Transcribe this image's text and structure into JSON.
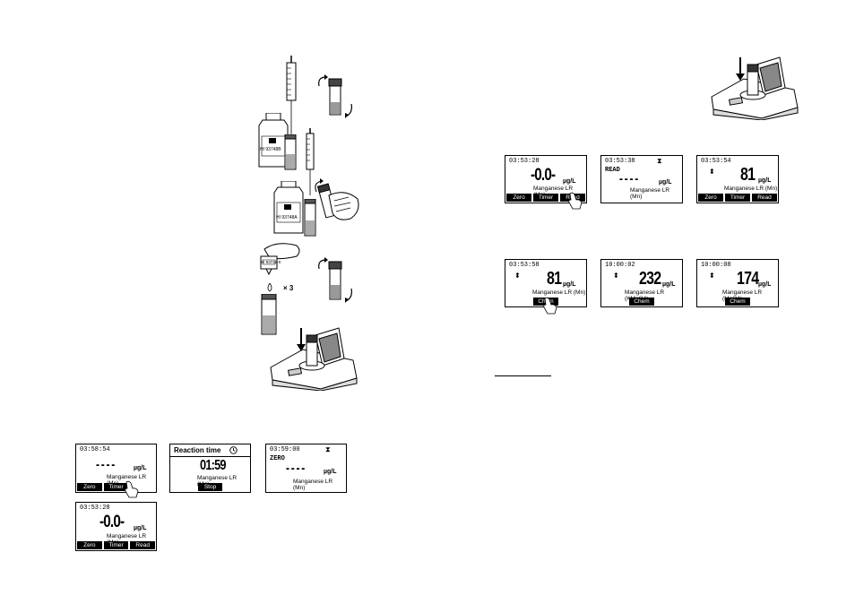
{
  "bottles": {
    "reagent_a_label": "HI 93748A",
    "reagent_b_label": "HI 93748B",
    "dropper_label": "HI 93748-0",
    "times_label": "× 3"
  },
  "left_screens": [
    {
      "time": "03:58:54",
      "value": "- - - -",
      "unit": "µg/L",
      "param": "Manganese LR (Mn)",
      "keys": [
        "Zero",
        "Timer",
        ""
      ]
    },
    {
      "title": "Reaction time",
      "value": "01:59",
      "param": "Manganese LR (Mn)",
      "keys": [
        "",
        "Stop",
        ""
      ]
    },
    {
      "time": "03:59:00",
      "status": "ZERO",
      "value": "- - - -",
      "unit": "µg/L",
      "param": "Manganese LR (Mn)"
    },
    {
      "time": "03:53:28",
      "value": "-0.0-",
      "unit": "µg/L",
      "param": "Manganese LR (Mn)",
      "keys": [
        "Zero",
        "Timer",
        "Read"
      ]
    }
  ],
  "right_screens": [
    {
      "time": "03:53:28",
      "value": "-0.0-",
      "unit": "µg/L",
      "param": "Manganese LR (Mn)",
      "keys": [
        "Zero",
        "Timer",
        "Read"
      ]
    },
    {
      "time": "03:53:38",
      "status": "READ",
      "value": "- - - -",
      "unit": "µg/L",
      "param": "Manganese LR (Mn)"
    },
    {
      "time": "03:53:54",
      "value": "81",
      "unit": "µg/L",
      "param": "Manganese LR (Mn)",
      "keys": [
        "Zero",
        "Timer",
        "Read"
      ]
    },
    {
      "time": "03:53:58",
      "value": "81",
      "unit": "µg/L",
      "param": "Manganese LR (Mn)",
      "keys": [
        "",
        "Chem Frm",
        ""
      ]
    },
    {
      "time": "10:00:02",
      "value": "232",
      "unit": "µg/L",
      "param": "Manganese LR (KMnO4)",
      "keys": [
        "",
        "Chem Frm",
        ""
      ]
    },
    {
      "time": "10:00:08",
      "value": "174",
      "unit": "µg/L",
      "param": "Manganese LR (MnO4)",
      "keys": [
        "",
        "Chem Frm",
        ""
      ]
    }
  ]
}
